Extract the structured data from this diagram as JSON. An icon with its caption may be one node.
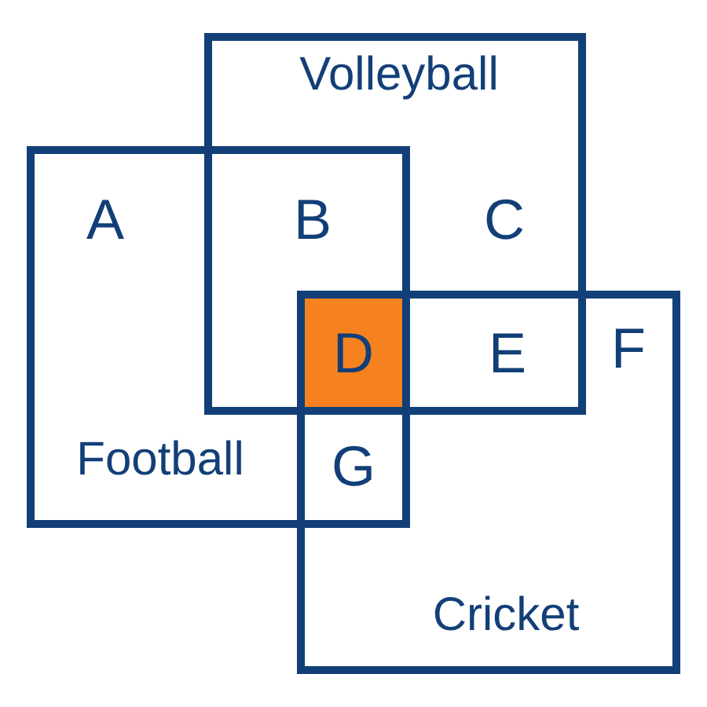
{
  "diagram": {
    "nodes": [
      {
        "text": [
          "Volleyball"
        ]
      },
      {
        "text": [
          "Football"
        ]
      },
      {
        "text": [
          "Cricket"
        ]
      },
      {
        "text": [
          "D"
        ]
      }
    ],
    "labels": [
      "A",
      "B",
      "C",
      "E",
      "F",
      "G"
    ]
  }
}
